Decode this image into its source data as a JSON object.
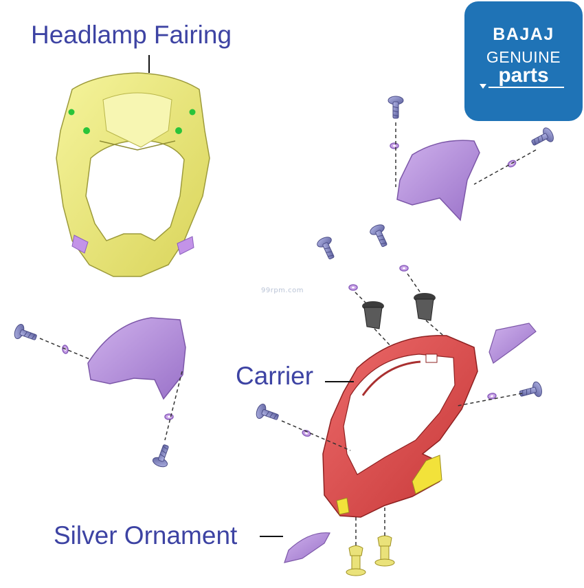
{
  "labels": {
    "headlamp_fairing": "Headlamp Fairing",
    "carrier": "Carrier",
    "silver_ornament": "Silver Ornament"
  },
  "badge": {
    "brand": "BAJAJ",
    "line1": "GENUINE",
    "line2": "parts",
    "color": "#1f73b6"
  },
  "watermark": "99rpm.com",
  "colors": {
    "label_text": "#3d43a3",
    "headlamp_fairing": "#f0ef8c",
    "carrier": "#dc5050",
    "trim_parts": "#b58fd8",
    "fasteners": "#8a8cc8",
    "clips": "#eae27a"
  }
}
